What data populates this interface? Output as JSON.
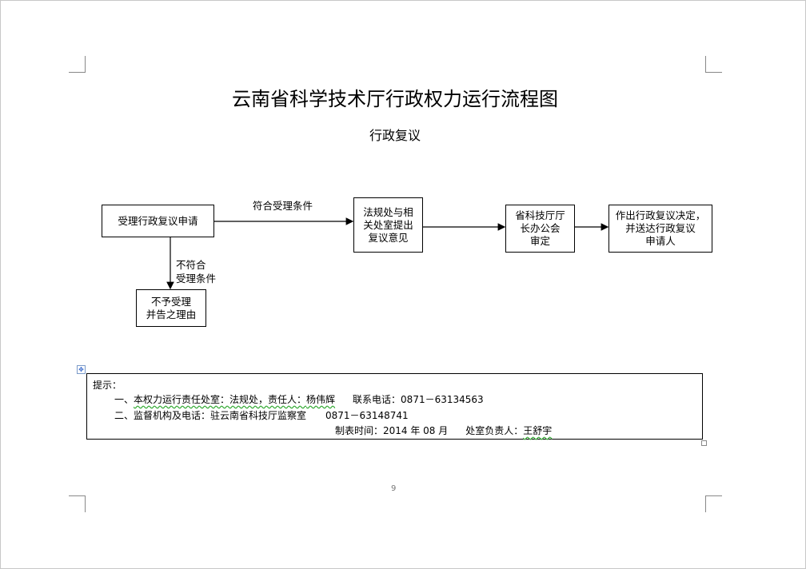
{
  "title": "云南省科学技术厅行政权力运行流程图",
  "subtitle": "行政复议",
  "flow": {
    "box_apply": "受理行政复议申请",
    "box_opinion": "法规处与相\n关处室提出\n复议意见",
    "box_review": "省科技厅厅\n长办公会\n审定",
    "box_decision": "作出行政复议决定，\n并送达行政复议\n申请人",
    "box_reject": "不予受理\n并告之理由",
    "label_accept": "符合受理条件",
    "label_reject": "不符合\n受理条件"
  },
  "notes": {
    "heading": "提示：",
    "line1_prefix": "一、",
    "line1_unit": "本权力运行责任处室：法规处，责任人：",
    "line1_person": "杨伟辉",
    "line1_phone": "联系电话：0871－63134563",
    "line2": "二、监督机构及电话：驻云南省科技厅监察室",
    "line2_phone": "0871－63148741",
    "line3_date": "制表时间：2014 年 08 月",
    "line3_head_label": "处室负责人：",
    "line3_head": "王舒宇"
  },
  "page_number": "9"
}
